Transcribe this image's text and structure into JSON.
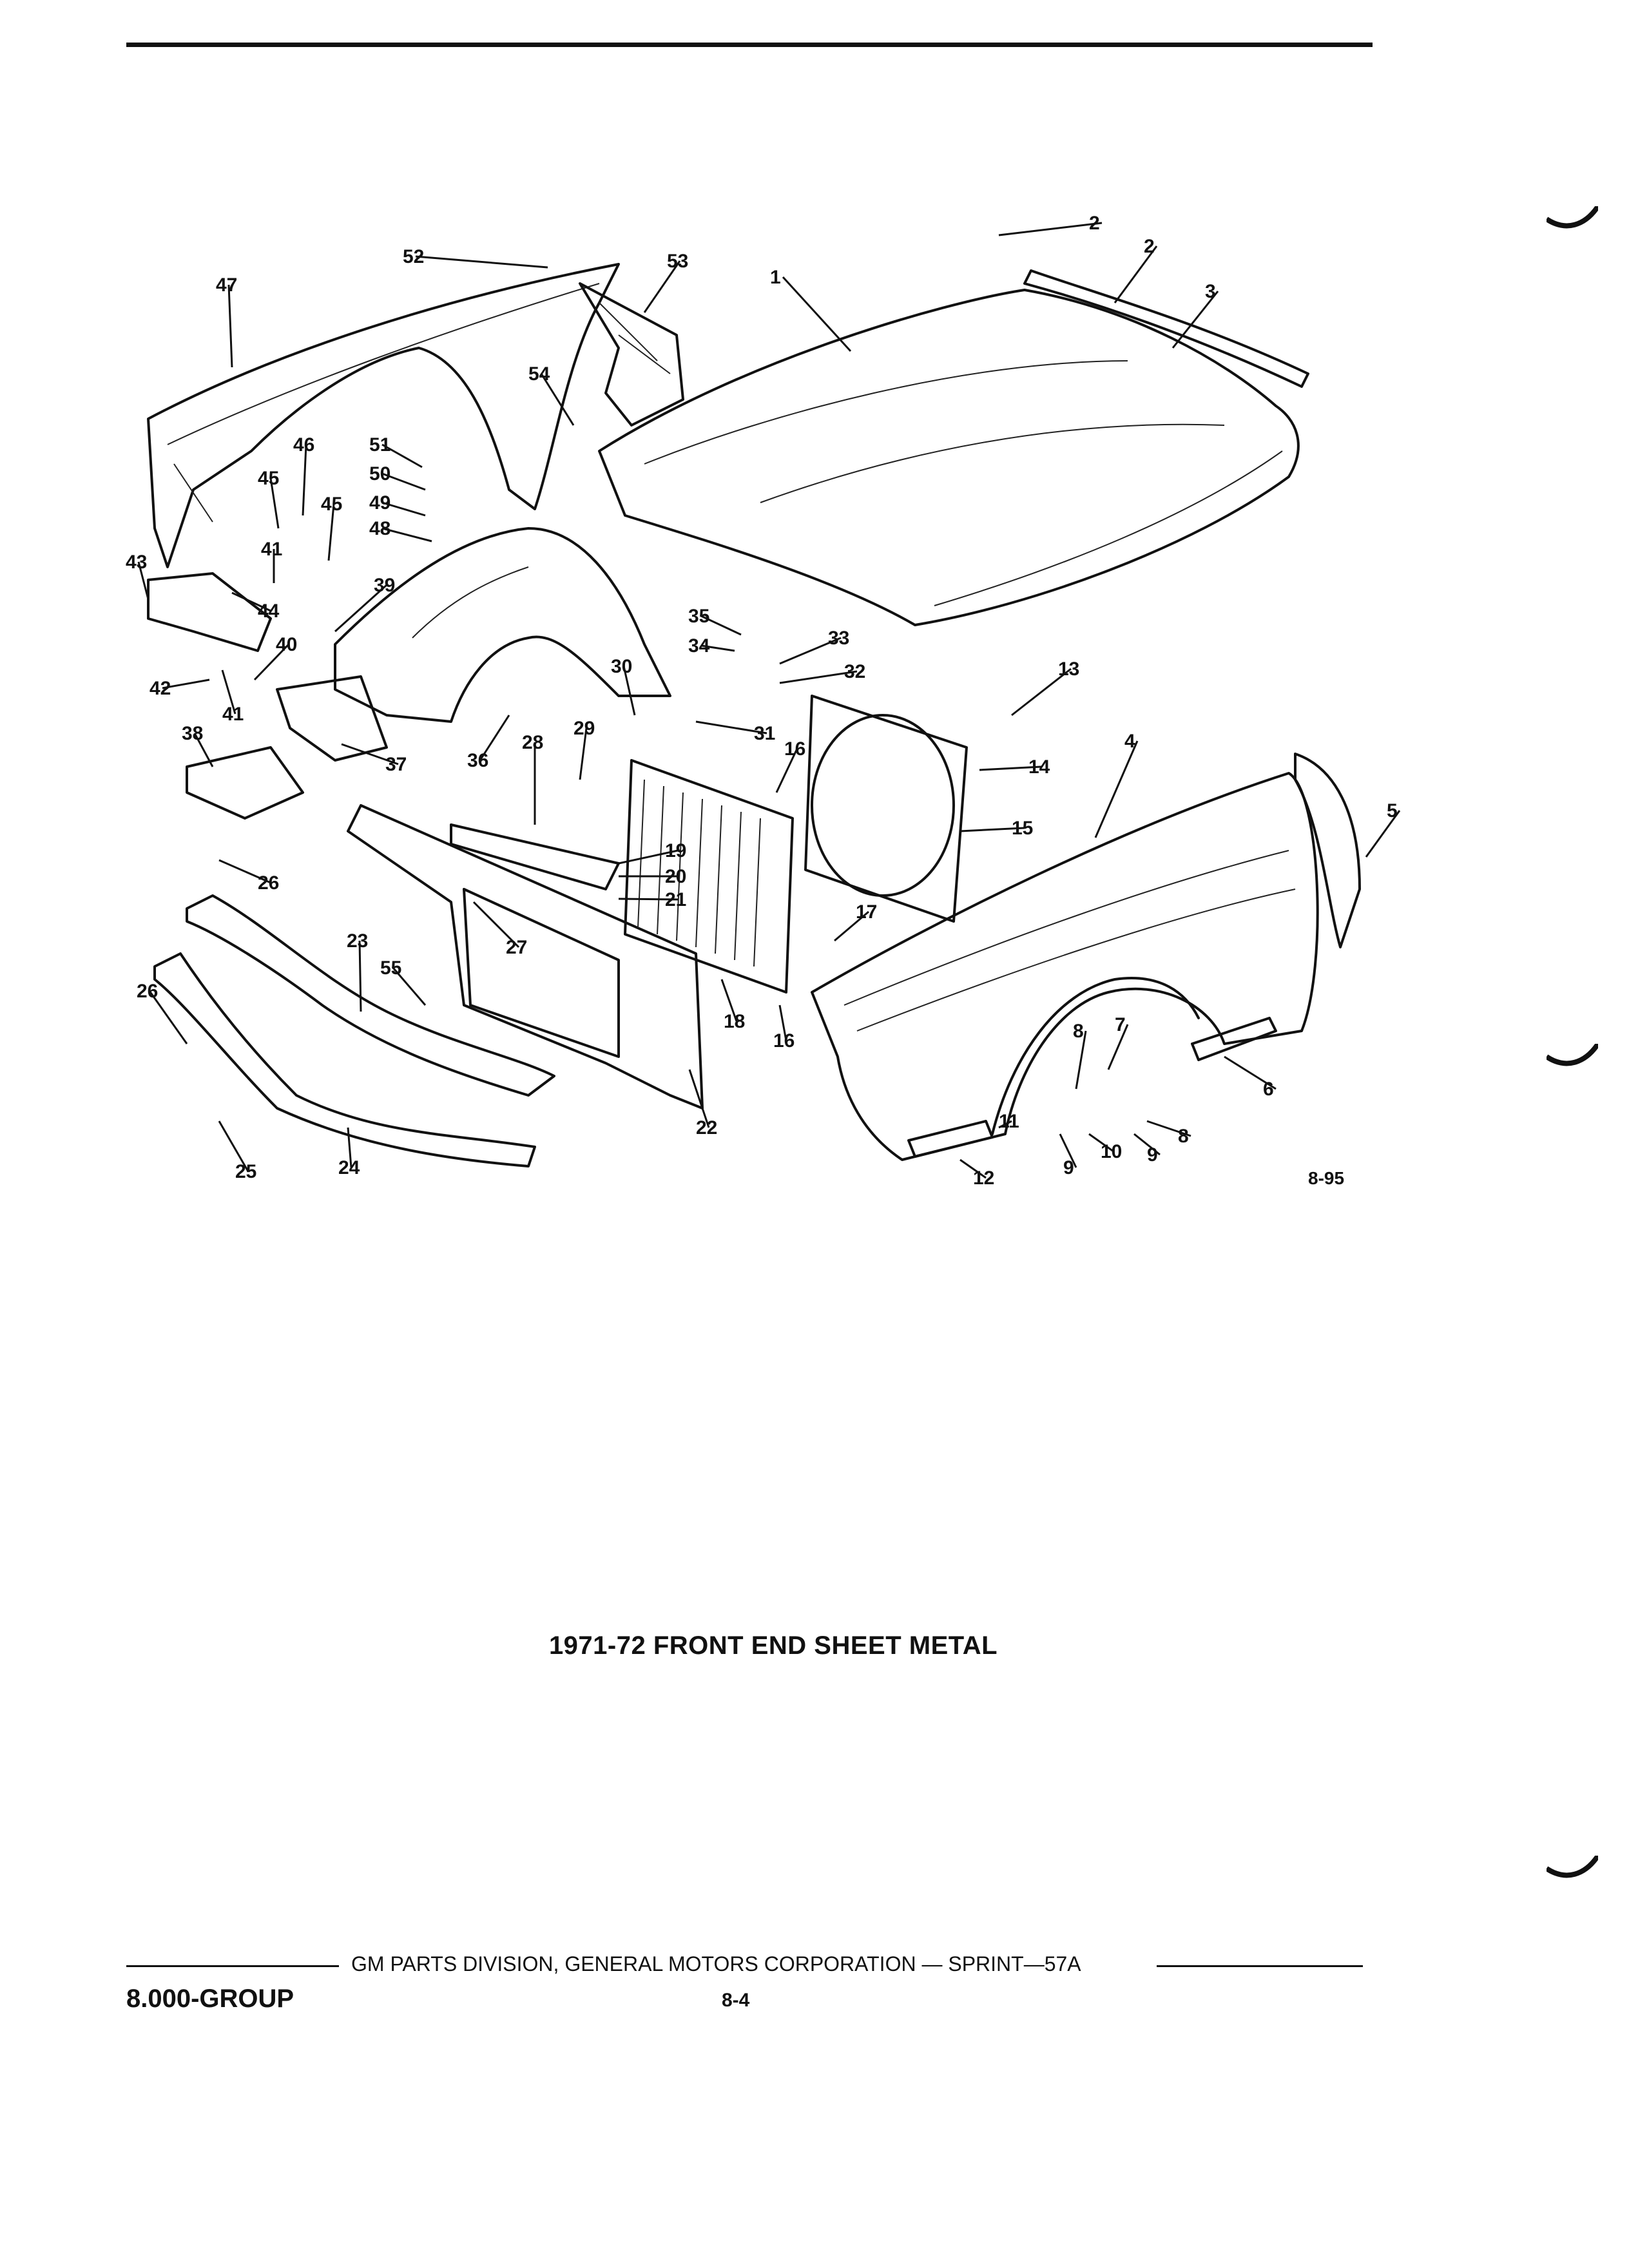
{
  "figure": {
    "caption": "1971-72 FRONT END SHEET METAL",
    "figure_id": "8-95",
    "callouts": [
      "1",
      "2",
      "2",
      "3",
      "4",
      "5",
      "6",
      "7",
      "8",
      "8",
      "9",
      "9",
      "10",
      "11",
      "12",
      "13",
      "14",
      "15",
      "16",
      "16",
      "17",
      "18",
      "19",
      "20",
      "21",
      "22",
      "23",
      "24",
      "25",
      "26",
      "26",
      "27",
      "28",
      "29",
      "30",
      "31",
      "32",
      "33",
      "34",
      "35",
      "36",
      "37",
      "38",
      "39",
      "40",
      "41",
      "41",
      "42",
      "43",
      "44",
      "45",
      "45",
      "46",
      "47",
      "48",
      "49",
      "50",
      "51",
      "52",
      "53",
      "54",
      "55"
    ]
  },
  "footer": {
    "credit": "GM PARTS DIVISION, GENERAL MOTORS CORPORATION — SPRINT—57A",
    "group": "8.000-GROUP",
    "page": "8-4"
  }
}
